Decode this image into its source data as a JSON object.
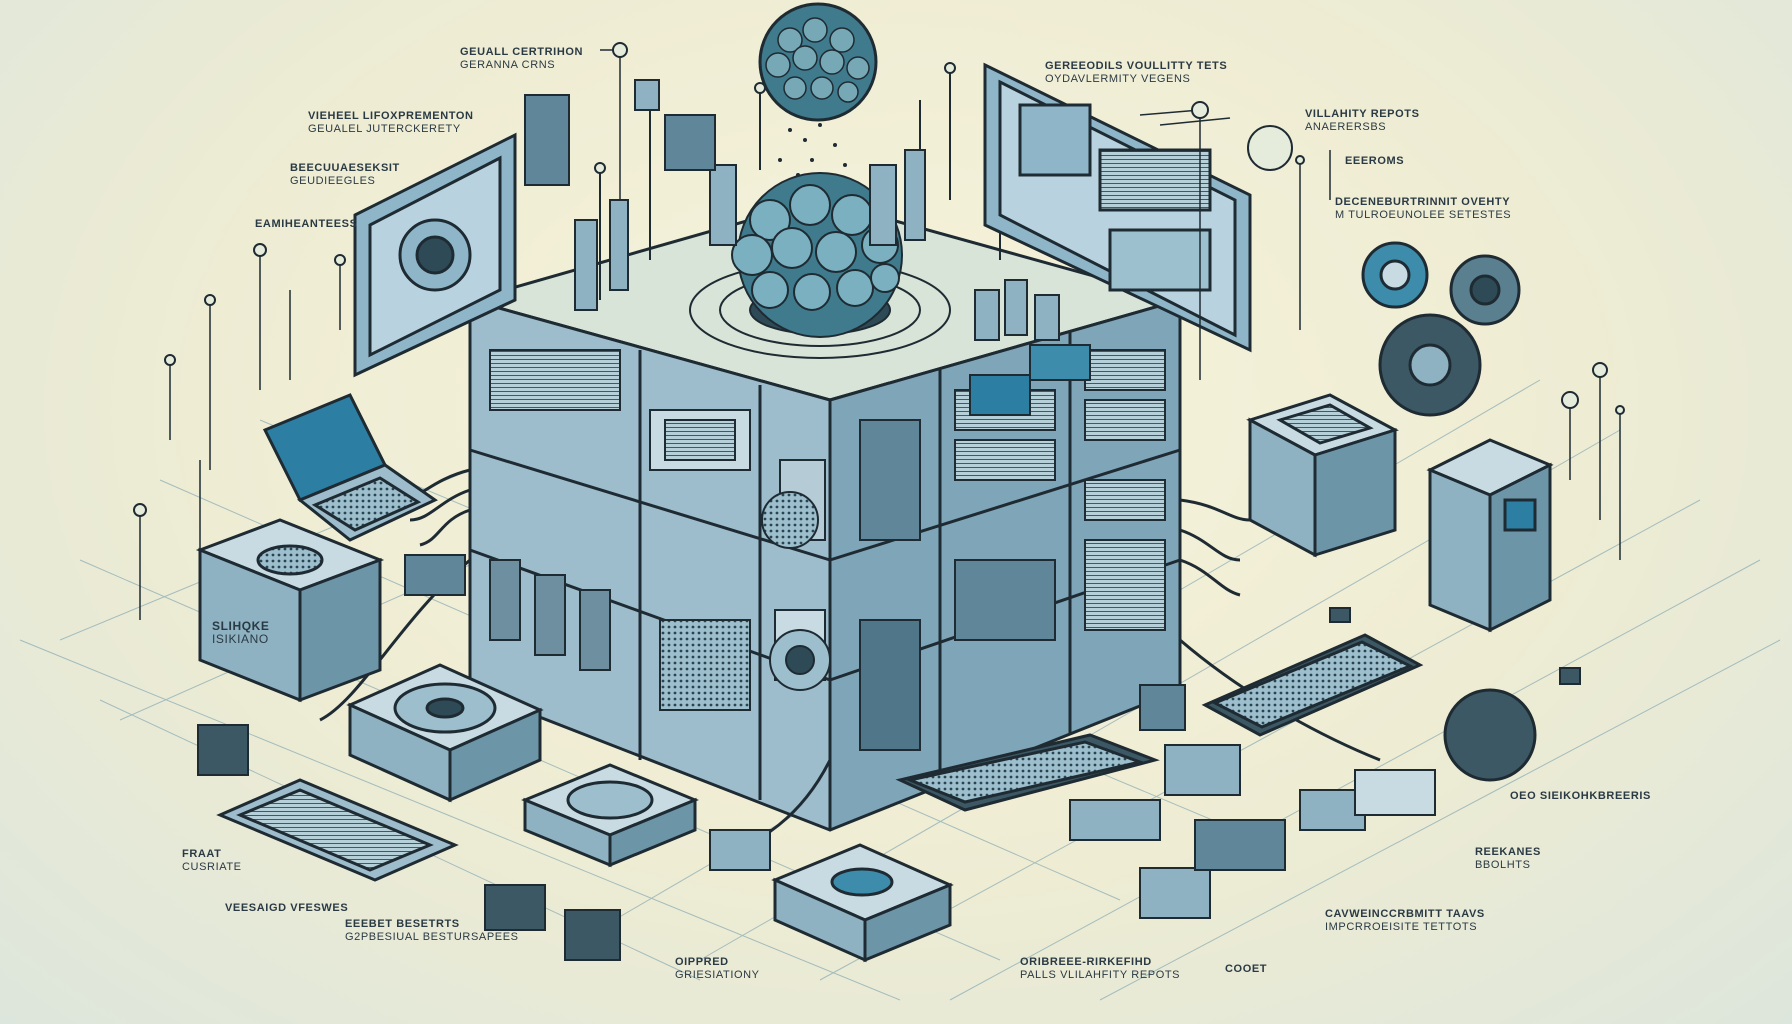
{
  "colors": {
    "background": "#f2efd6",
    "ink": "#1f2b33",
    "steel": "#8fb3c4",
    "steel_light": "#c3d9e2",
    "accent_teal": "#2f7f99",
    "screen": "#2d7ea3"
  },
  "labels": {
    "top_left_1": "GEUALL CERTRIHON",
    "top_left_1b": "GERANNA CRNS",
    "left_1": "VIEHEEL LIFOXPREMENTON",
    "left_1b": "GEUALEL JUTERCKERETY",
    "left_2": "BEECUUAESEKSIT",
    "left_2b": "GEUDIEEGLES",
    "left_3": "EAMIHEANTEESS",
    "top_center": "GEREEODILS VOULLITTY TETS",
    "top_center_b": "OYDAVLERMITY VEGENS",
    "top_right_1": "VILLAHITY REPOTS",
    "top_right_1b": "ANAERERSBS",
    "right_1": "EEEROMS",
    "right_2": "DECENEBURTRINNIT OVEHTY",
    "right_2b": "M TULROEUNOLEE SETESTES",
    "bottom_left_1": "FRAAT",
    "bottom_left_1b": "CUSRIATE",
    "bottom_left_2": "VEESAIGD VFESWES",
    "bottom_left_3": "EEEBET BESETRTS",
    "bottom_left_3b": "G2PBESIUAL BESTURSAPEES",
    "bottom_center_1": "OIPPRED",
    "bottom_center_1b": "GRIESIATIONY",
    "bottom_center_2": "ORIBREEE-RIRKEFIHD",
    "bottom_center_2b": "PALLS VLILAHFITY REPOTS",
    "bottom_right_1": "COOET",
    "bottom_right_2": "CAVWEINCCRBMITT TAAVS",
    "bottom_right_2b": "IMPCRROEISITE TETTOTS",
    "right_3": "REEKANES",
    "right_3b": "BBOLHTS",
    "right_4": "OEO SIEIKOHKBREERIS",
    "device_label": "SLIHQKE",
    "device_label_b": "ISIKIANO"
  }
}
